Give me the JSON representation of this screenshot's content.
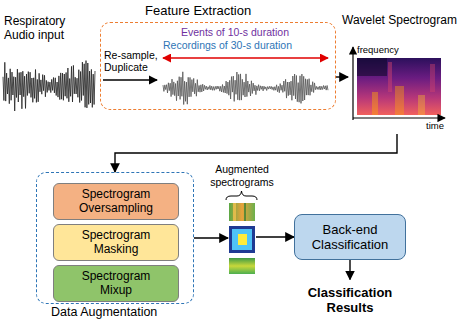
{
  "diagram": {
    "nodes": [
      {
        "text": [
          "Feature Extraction",
          "Re-sample, Duplicate",
          "Events of 10-s duration",
          "Recordings of 30-s duration"
        ]
      },
      {
        "text": [
          "Wavelet Spectrogram",
          "frequency",
          "time"
        ]
      },
      {
        "text": [
          "Data Augmentation"
        ]
      },
      {
        "text": [
          "Spectrogram Oversampling"
        ],
        "in": 2
      },
      {
        "text": [
          "Spectrogram Masking"
        ],
        "in": 2
      },
      {
        "text": [
          "Spectrogram Mixup"
        ],
        "in": 2
      },
      {
        "text": [
          "Augmented spectrograms"
        ]
      },
      {
        "text": [
          "Back-end Classification"
        ]
      },
      {
        "text": [
          "Classification Results"
        ]
      }
    ],
    "edges": [
      {
        "from": 0,
        "to": 1,
        "arrow": "to"
      },
      {
        "from": 1,
        "to": 2,
        "arrow": "to"
      },
      {
        "from": 2,
        "to": 6,
        "arrow": "to"
      },
      {
        "from": 6,
        "to": 7,
        "arrow": "to"
      },
      {
        "from": 7,
        "to": 8,
        "arrow": "to"
      }
    ],
    "labels": [
      "Respiratory Audio input"
    ]
  }
}
